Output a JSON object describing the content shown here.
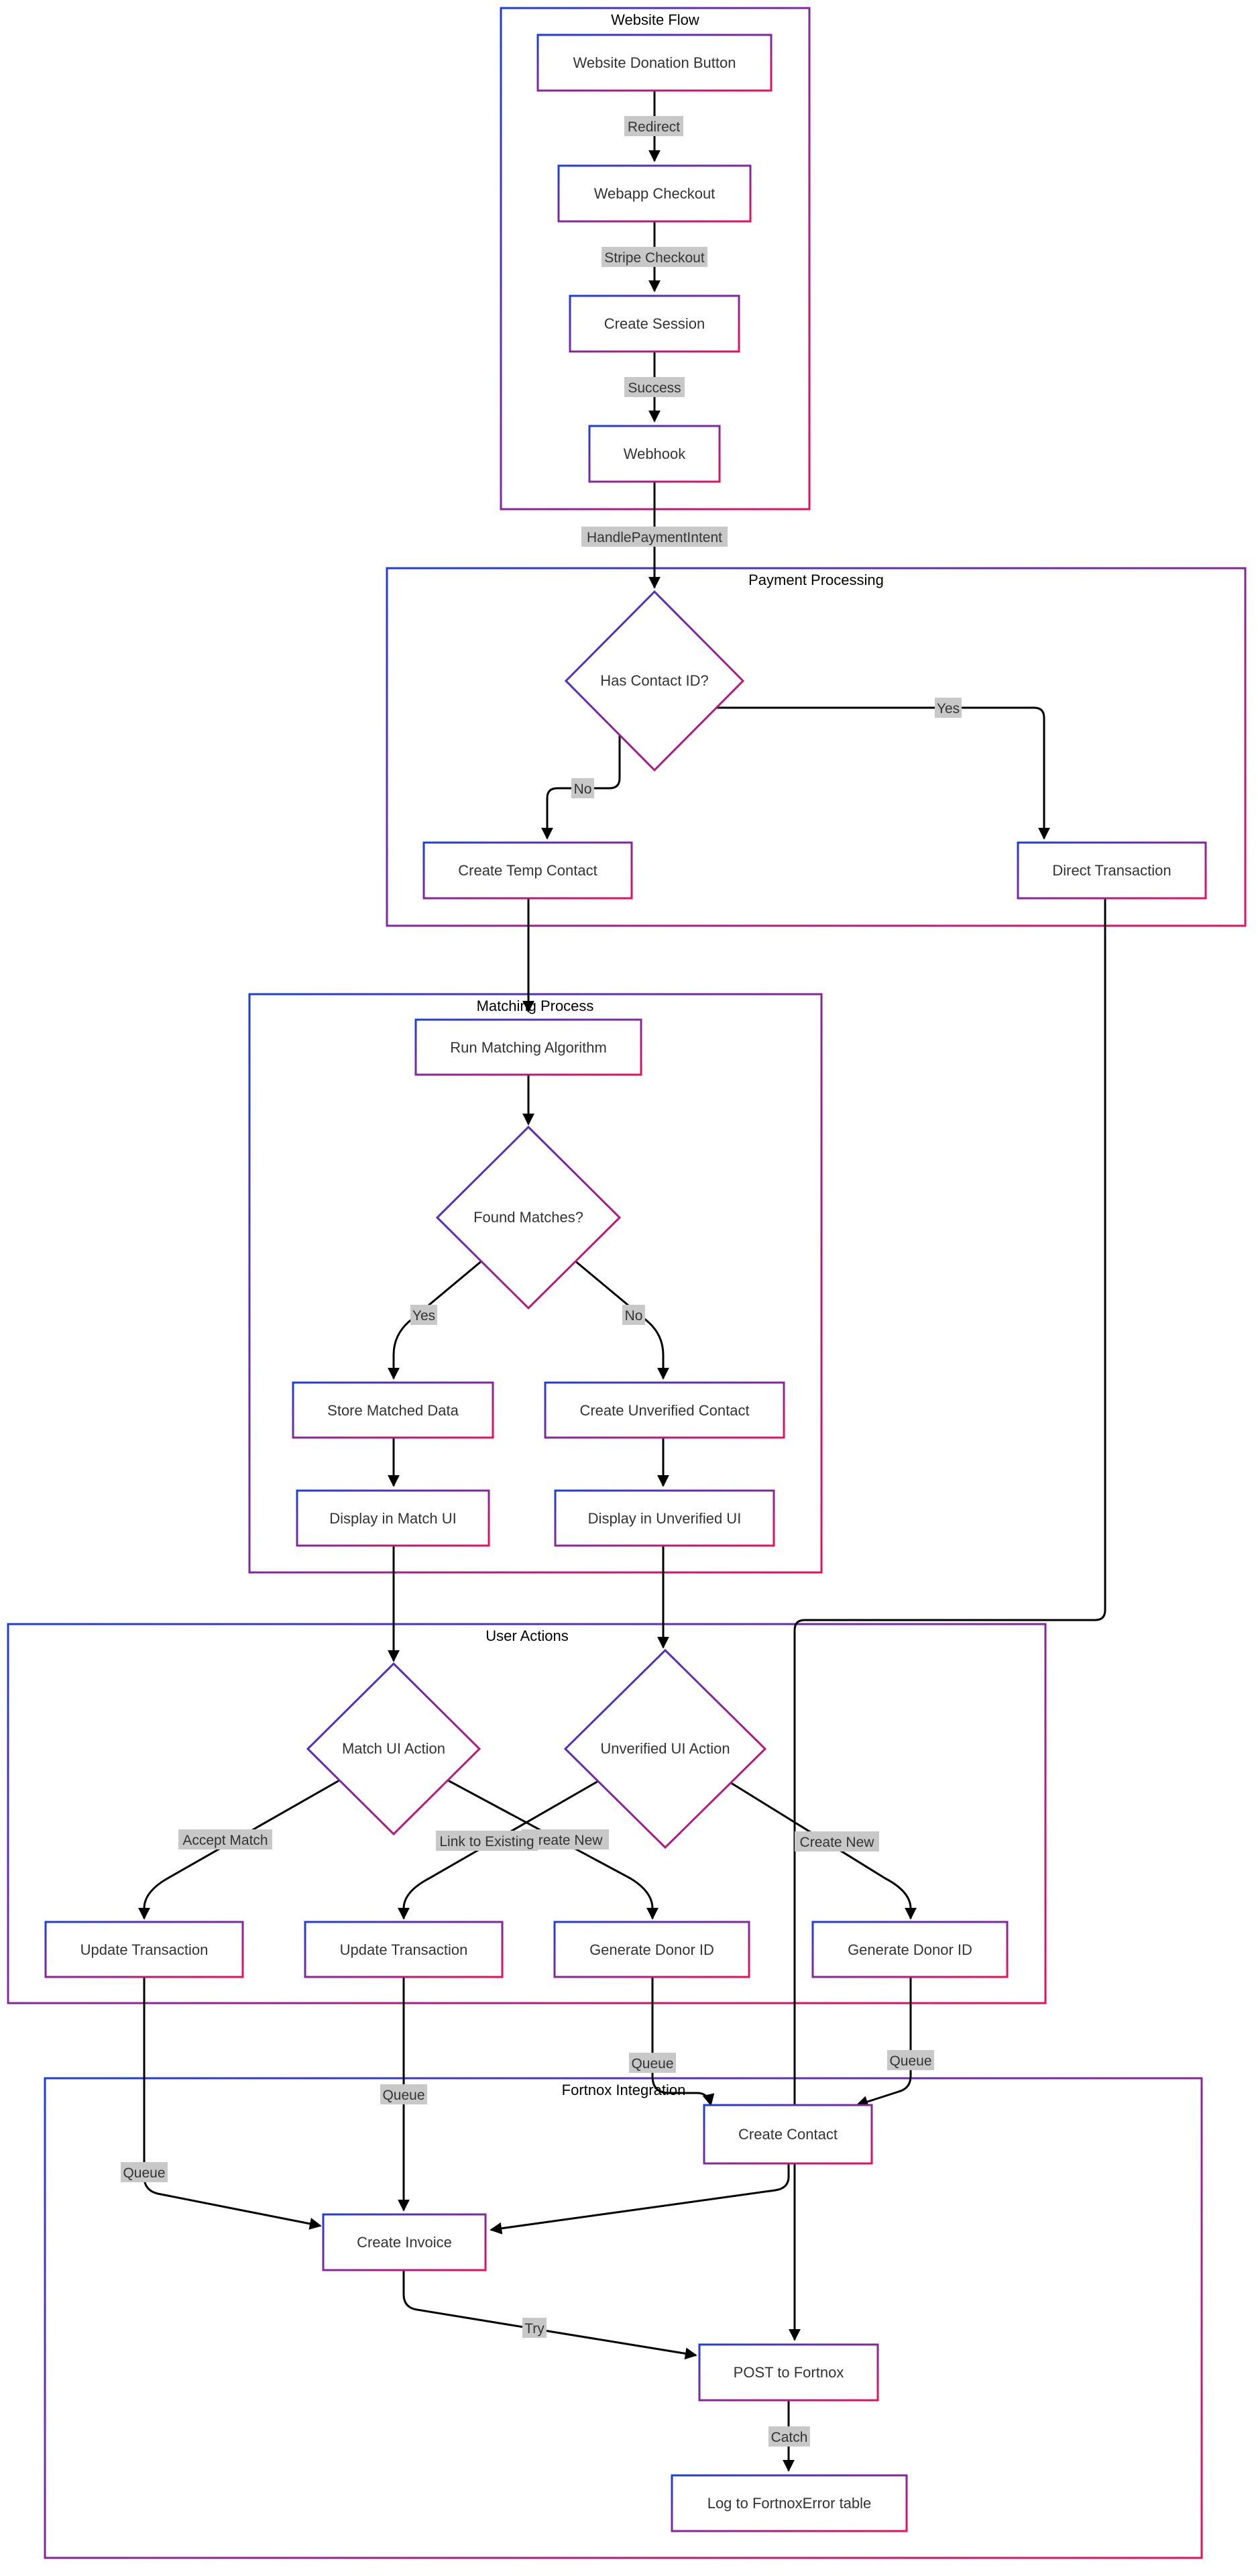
{
  "colors": {
    "border_start": "#1E3DDB",
    "border_end": "#E8105A",
    "edge": "#000000",
    "label_bg": "#C8C8C8",
    "text": "#333333"
  },
  "clusters": {
    "website_flow": "Website Flow",
    "payment_processing": "Payment Processing",
    "matching_process": "Matching Process",
    "user_actions": "User Actions",
    "fortnox_integration": "Fortnox Integration"
  },
  "nodes": {
    "website_donation_button": "Website Donation Button",
    "webapp_checkout": "Webapp Checkout",
    "create_session": "Create Session",
    "webhook": "Webhook",
    "has_contact_id": "Has Contact ID?",
    "create_temp_contact": "Create Temp Contact",
    "direct_transaction": "Direct Transaction",
    "run_matching_algorithm": "Run Matching Algorithm",
    "found_matches": "Found Matches?",
    "store_matched_data": "Store Matched Data",
    "create_unverified_contact": "Create Unverified Contact",
    "display_in_match_ui": "Display in Match UI",
    "display_in_unverified_ui": "Display in Unverified UI",
    "match_ui_action": "Match UI Action",
    "unverified_ui_action": "Unverified UI Action",
    "update_transaction_1": "Update Transaction",
    "update_transaction_2": "Update Transaction",
    "generate_donor_id_1": "Generate Donor ID",
    "generate_donor_id_2": "Generate Donor ID",
    "create_contact": "Create Contact",
    "create_invoice": "Create Invoice",
    "post_to_fortnox": "POST to Fortnox",
    "log_to_fortnox_error": "Log to FortnoxError table"
  },
  "edge_labels": {
    "redirect": "Redirect",
    "stripe_checkout": "Stripe Checkout",
    "success": "Success",
    "handle_payment_intent": "HandlePaymentIntent",
    "no_contact": "No",
    "yes_contact": "Yes",
    "yes_matches": "Yes",
    "no_matches": "No",
    "accept_match": "Accept Match",
    "create_new_match": "Create New",
    "link_to_existing": "Link to Existing",
    "create_new_unverified": "Create New",
    "queue_update_1": "Queue",
    "queue_update_2": "Queue",
    "queue_donor_1": "Queue",
    "queue_donor_2": "Queue",
    "try": "Try",
    "catch": "Catch"
  }
}
